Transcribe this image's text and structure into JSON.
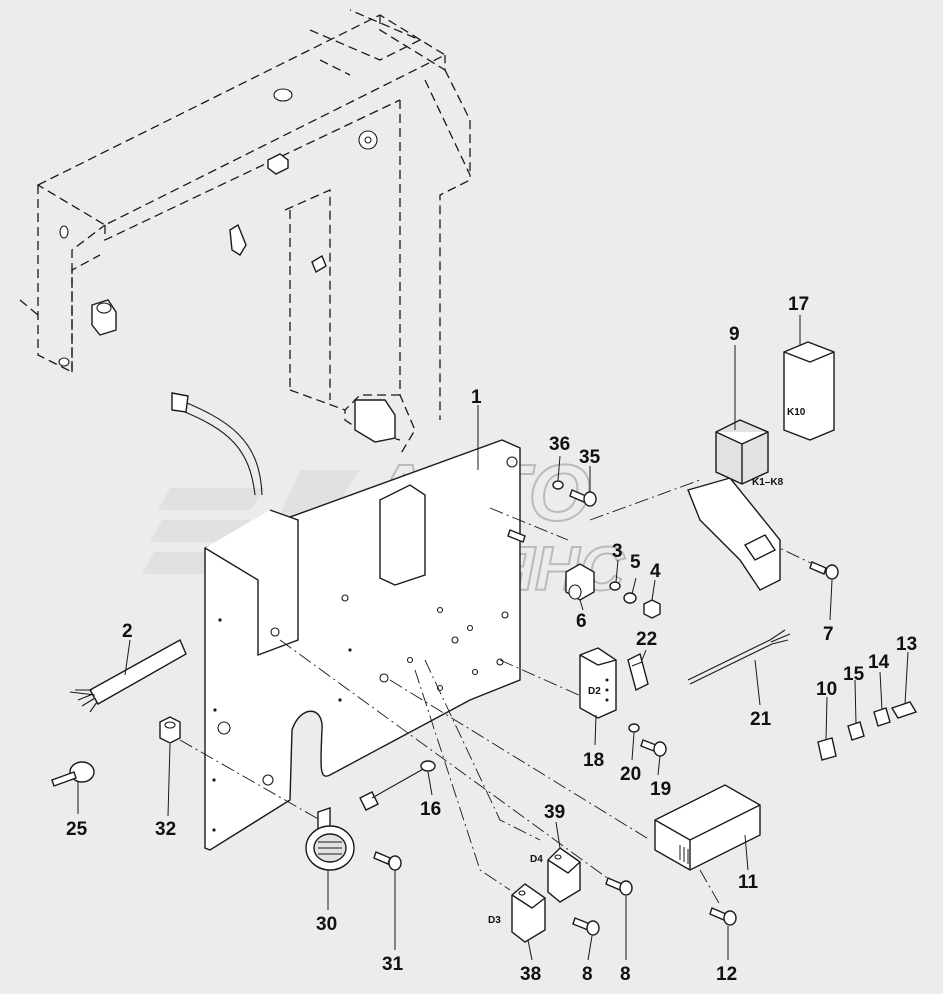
{
  "watermark": {
    "line1": "АВТО",
    "line2": "АЛЬЯНС"
  },
  "callouts": [
    {
      "id": "c1",
      "text": "1"
    },
    {
      "id": "c2",
      "text": "2"
    },
    {
      "id": "c3",
      "text": "3"
    },
    {
      "id": "c4",
      "text": "4"
    },
    {
      "id": "c5",
      "text": "5"
    },
    {
      "id": "c6",
      "text": "6"
    },
    {
      "id": "c7",
      "text": "7"
    },
    {
      "id": "c8a",
      "text": "8"
    },
    {
      "id": "c8b",
      "text": "8"
    },
    {
      "id": "c9",
      "text": "9"
    },
    {
      "id": "c10",
      "text": "10"
    },
    {
      "id": "c11",
      "text": "11"
    },
    {
      "id": "c12",
      "text": "12"
    },
    {
      "id": "c13",
      "text": "13"
    },
    {
      "id": "c14",
      "text": "14"
    },
    {
      "id": "c15",
      "text": "15"
    },
    {
      "id": "c16",
      "text": "16"
    },
    {
      "id": "c17",
      "text": "17"
    },
    {
      "id": "c18",
      "text": "18"
    },
    {
      "id": "c19",
      "text": "19"
    },
    {
      "id": "c20",
      "text": "20"
    },
    {
      "id": "c21",
      "text": "21"
    },
    {
      "id": "c22",
      "text": "22"
    },
    {
      "id": "c25",
      "text": "25"
    },
    {
      "id": "c30",
      "text": "30"
    },
    {
      "id": "c31",
      "text": "31"
    },
    {
      "id": "c32",
      "text": "32"
    },
    {
      "id": "c35",
      "text": "35"
    },
    {
      "id": "c36",
      "text": "36"
    },
    {
      "id": "c38",
      "text": "38"
    },
    {
      "id": "c39",
      "text": "39"
    }
  ],
  "part_tags": {
    "k10": "K10",
    "k1k8": "K1–K8",
    "d2": "D2",
    "d3": "D3",
    "d4": "D4"
  }
}
